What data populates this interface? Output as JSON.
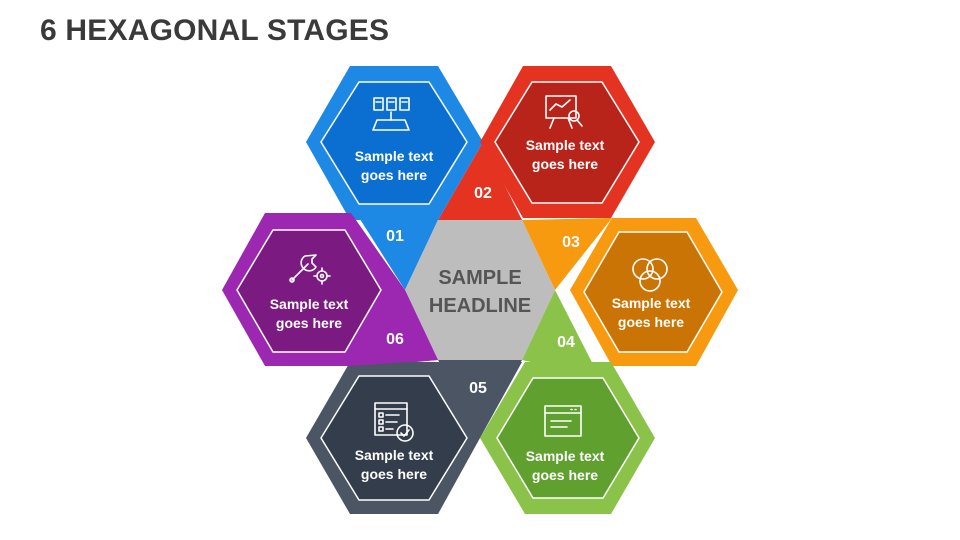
{
  "title": "6 HEXAGONAL STAGES",
  "center": {
    "line1": "SAMPLE",
    "line2": "HEADLINE"
  },
  "stages": [
    {
      "number": "01",
      "line1": "Sample text",
      "line2": "goes here",
      "icon": "documents-tray-icon",
      "color": "#0b6fd1",
      "outer_color": "#1e88e5"
    },
    {
      "number": "02",
      "line1": "Sample text",
      "line2": "goes here",
      "icon": "presentation-board-icon",
      "color": "#b8231a",
      "outer_color": "#e53322"
    },
    {
      "number": "03",
      "line1": "Sample text",
      "line2": "goes here",
      "icon": "venn-diagram-icon",
      "color": "#c97404",
      "outer_color": "#f79a10"
    },
    {
      "number": "04",
      "line1": "Sample text",
      "line2": "goes here",
      "icon": "browser-window-icon",
      "color": "#5fa02e",
      "outer_color": "#8bc34a"
    },
    {
      "number": "05",
      "line1": "Sample text",
      "line2": "goes here",
      "icon": "checklist-icon",
      "color": "#333d4b",
      "outer_color": "#4b5563"
    },
    {
      "number": "06",
      "line1": "Sample text",
      "line2": "goes here",
      "icon": "wrench-gear-icon",
      "color": "#7b1a80",
      "outer_color": "#9c27b0"
    }
  ],
  "center_color": "#bdbdbd"
}
